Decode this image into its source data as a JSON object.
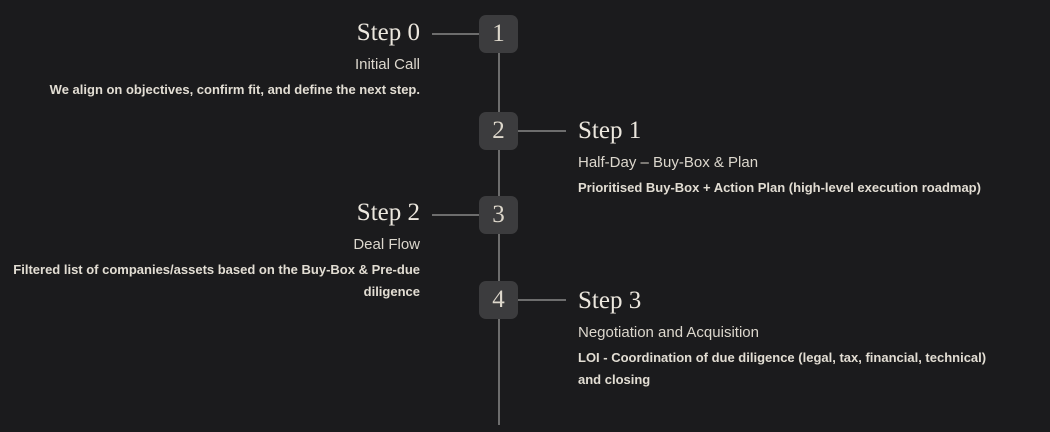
{
  "theme": {
    "background": "#1b1b1d",
    "marker_fill": "#3c3c3e",
    "line_color": "#6d6d6d",
    "title_color": "#ece7de",
    "text_color": "#e2ddd3"
  },
  "timeline": {
    "steps": [
      {
        "marker": "1",
        "side": "left",
        "title": "Step 0",
        "subtitle": "Initial Call",
        "description": "We align on objectives, confirm fit, and define the next step."
      },
      {
        "marker": "2",
        "side": "right",
        "title": "Step 1",
        "subtitle": "Half-Day – Buy-Box & Plan",
        "description": "Prioritised Buy-Box + Action Plan (high-level execution roadmap)"
      },
      {
        "marker": "3",
        "side": "left",
        "title": "Step 2",
        "subtitle": "Deal Flow",
        "description": "Filtered list of companies/assets based on the Buy-Box & Pre-due diligence"
      },
      {
        "marker": "4",
        "side": "right",
        "title": "Step 3",
        "subtitle": "Negotiation and Acquisition",
        "description": "LOI - Coordination of due diligence (legal, tax, financial, technical) and closing"
      }
    ]
  }
}
